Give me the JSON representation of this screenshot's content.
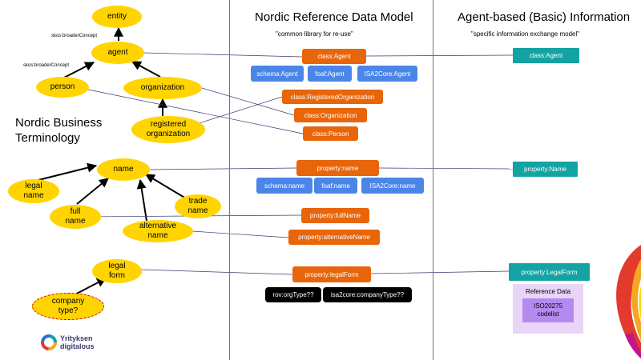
{
  "headers": {
    "middle_title": "Nordic Reference Data Model",
    "middle_subtitle": "\"common library for re-use\"",
    "right_title": "Agent-based (Basic) Information",
    "right_subtitle": "\"specific information exchange model\""
  },
  "left_title": {
    "line1": "Nordic Business",
    "line2": "Terminology"
  },
  "edge_labels": {
    "broader1": "skos:broaderConcept",
    "broader2": "skos:broaderConcept"
  },
  "concepts": {
    "entity": "entity",
    "agent": "agent",
    "person": "person",
    "organization": "organization",
    "registered_l1": "registered",
    "registered_l2": "organization",
    "name": "name",
    "legal_name_l1": "legal",
    "legal_name_l2": "name",
    "full_name_l1": "full",
    "full_name_l2": "name",
    "trade_name_l1": "trade",
    "trade_name_l2": "name",
    "alternative_l1": "alternative",
    "alternative_l2": "name",
    "legal_form_l1": "legal",
    "legal_form_l2": "form",
    "company_type_l1": "company",
    "company_type_l2": "type?"
  },
  "model": {
    "class_agent": "class:Agent",
    "schema_agent": "schema:Agent",
    "foaf_agent": "foaf:Agent",
    "isa_agent": "ISA2Core:Agent",
    "class_registered": "class:RegisteredOrganization",
    "class_organization": "class:Organization",
    "class_person": "class:Person",
    "property_name": "property:name",
    "schema_name": "schema:name",
    "foaf_name": "foaf:name",
    "isa_name": "ISA2Core:name",
    "property_fullname": "property:fullName",
    "property_alternative": "property:alternativeName",
    "property_legalform": "property:legalForm",
    "rov_orgtype": "rov:orgType??",
    "isa_companytype": "isa2core:companyType??"
  },
  "info": {
    "class_agent": "class:Agent",
    "property_name": "property:Name",
    "property_legalform": "property:LegalForm",
    "reference_data": "Reference Data",
    "iso_l1": "ISO20275",
    "iso_l2": "codelist"
  },
  "logo": {
    "line1": "Yrityksen",
    "line2": "digitalous"
  },
  "colors": {
    "concept": "#ffd400",
    "model_class": "#e8650a",
    "vocab_term": "#4a86e8",
    "info_item": "#14a3a3",
    "reference_bg": "#e9d5f7",
    "reference_inner": "#b48af0"
  }
}
